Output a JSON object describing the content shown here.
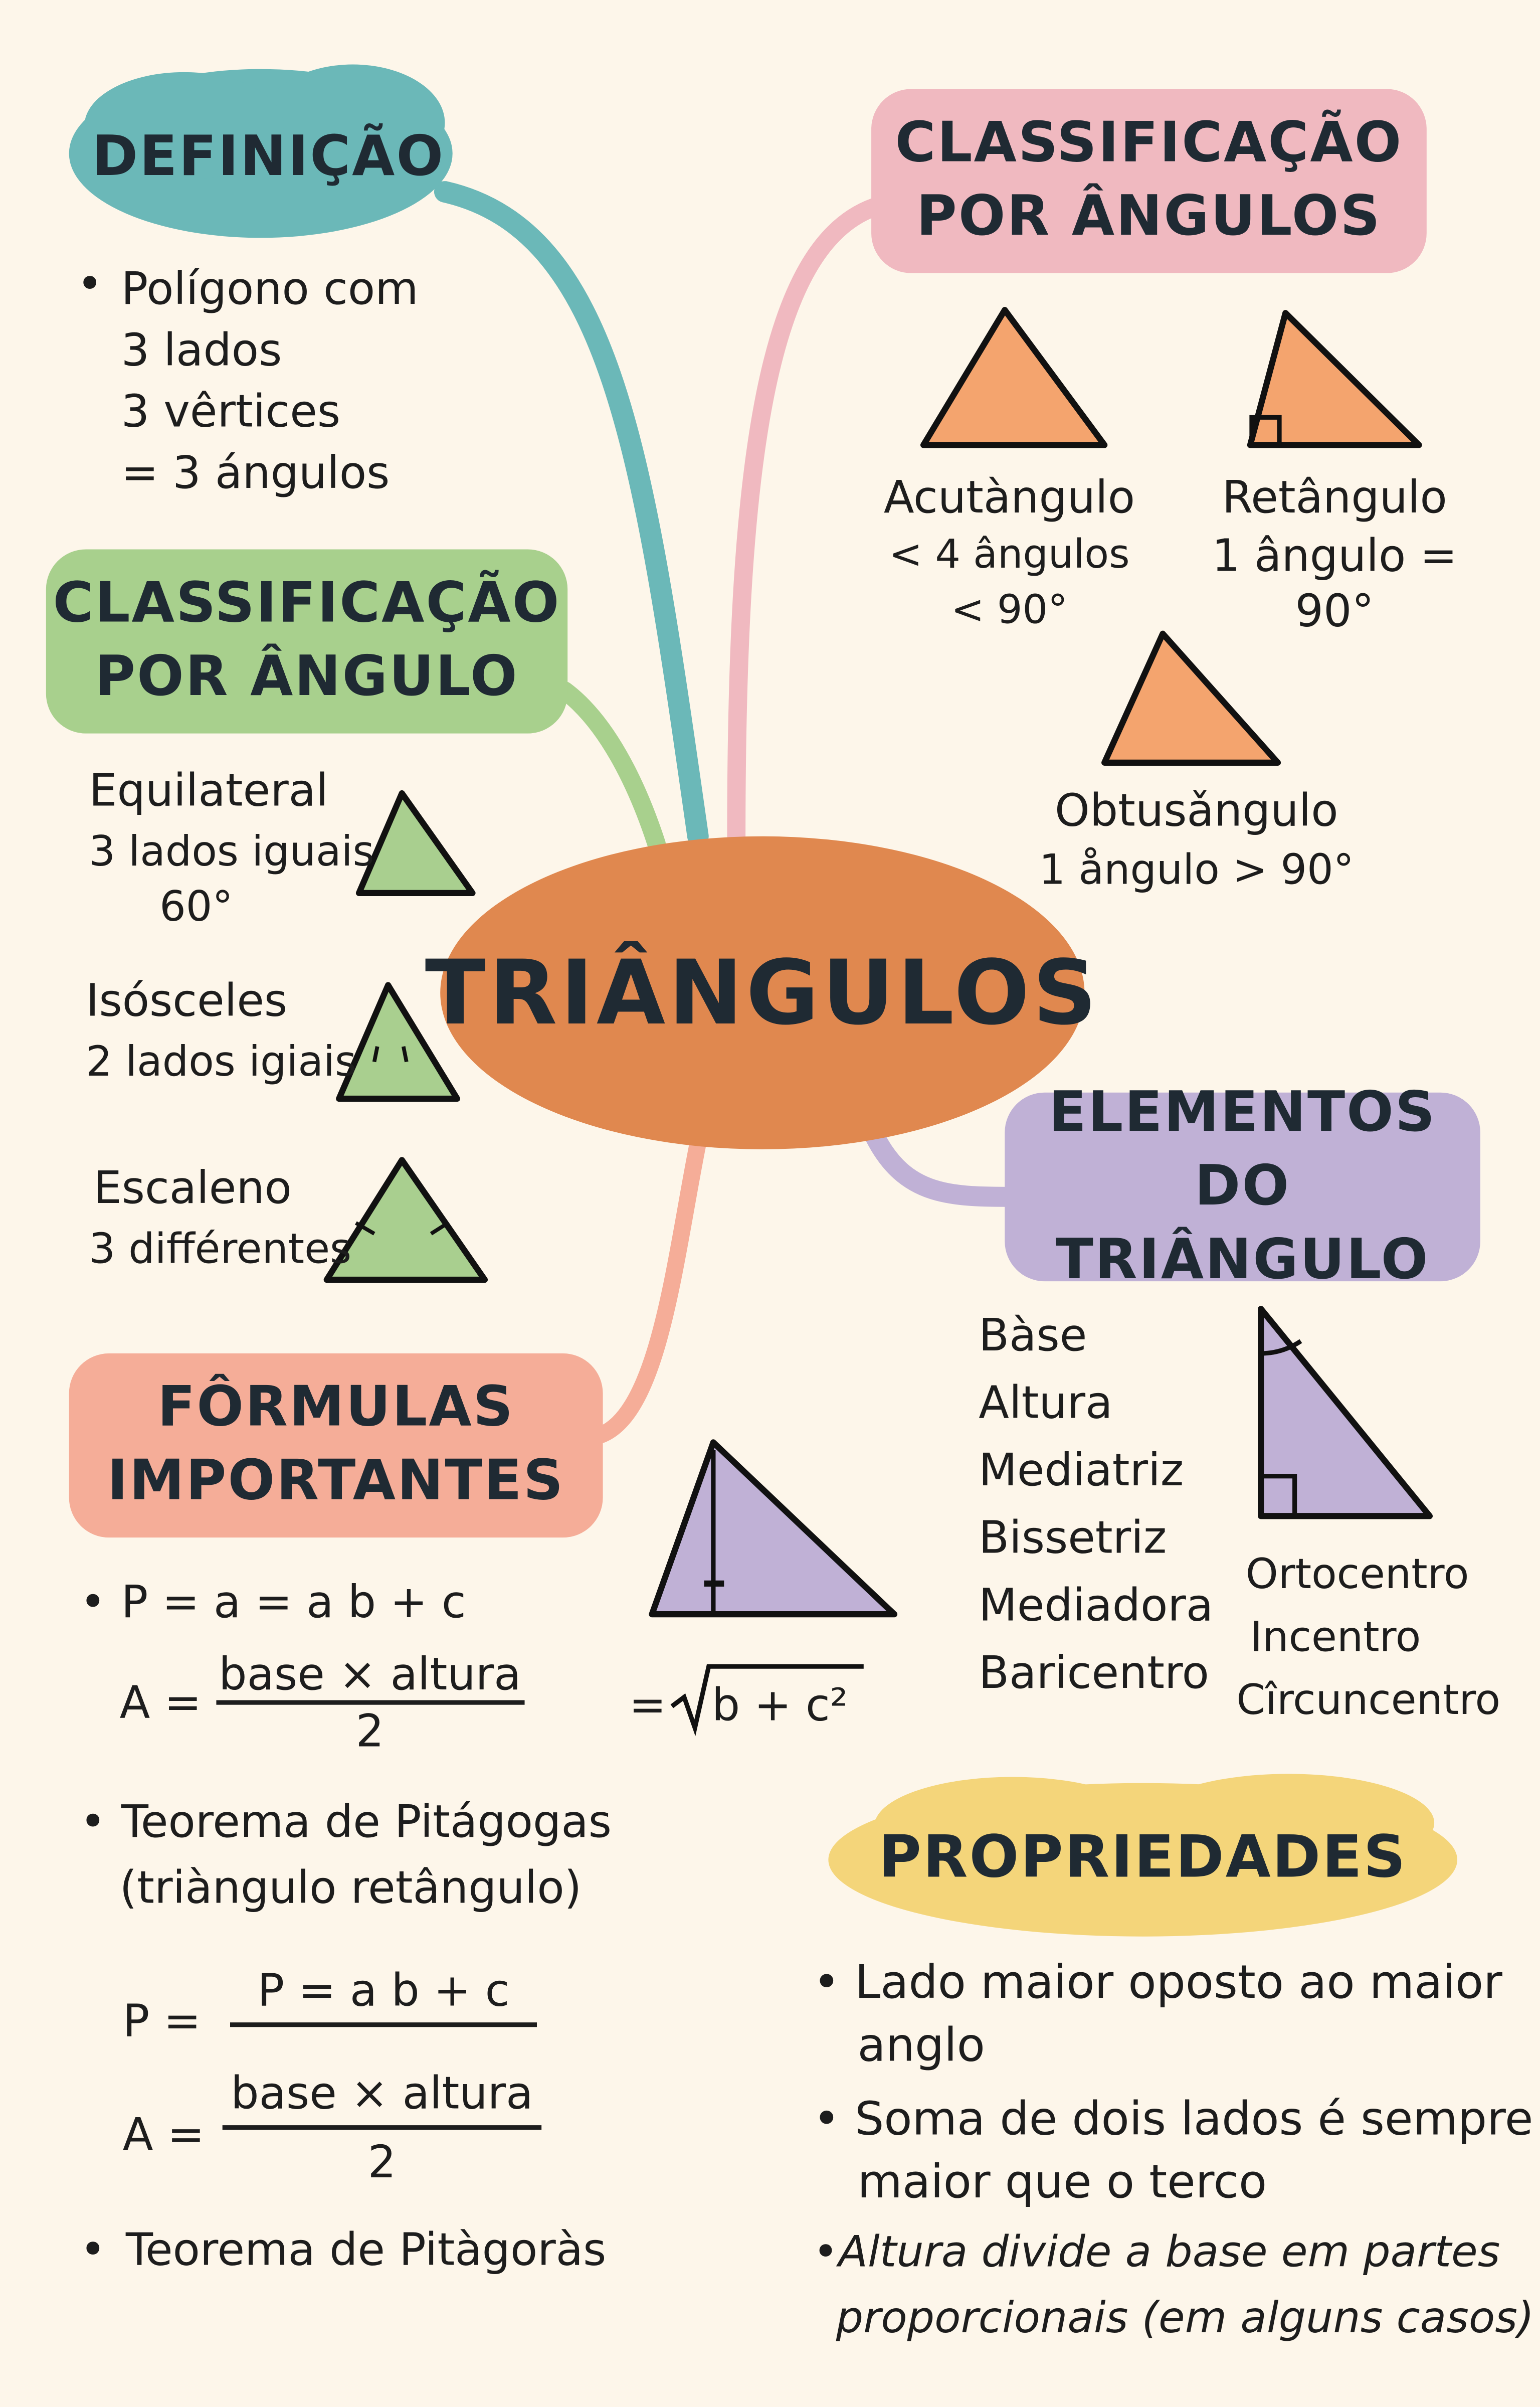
{
  "colors": {
    "background": "#fdf6ea",
    "definicao": "#6bb8b8",
    "angulos": "#f0b9c0",
    "lados": "#a8d08d",
    "centro": "#e0884f",
    "elementos": "#c0b1d6",
    "formulas": "#f5ad98",
    "propriedades": "#f4d57a",
    "orange_triangle": "#f4a46e",
    "green_triangle": "#a9cf8f",
    "purple_triangle": "#c0b1d6"
  },
  "center": {
    "title": "TRIÂNGULOS"
  },
  "definicao": {
    "title": "DEFINIÇÃO",
    "lines": [
      "Polígono com",
      "3 lados",
      "3 vêrtices",
      "= 3 ángulos"
    ]
  },
  "angulos": {
    "title_1": "CLASSIFICAÇÃO",
    "title_2": "POR ÂNGULOS",
    "acute": {
      "name": "Acutàngulo",
      "l1": "< 4 ângulos",
      "l2": "< 90°"
    },
    "right": {
      "name": "Retângulo",
      "l1": "1 ângulo =",
      "l2": "90°"
    },
    "obtuse": {
      "name": "Obtusǎngulo",
      "l1": "1 ångulo > 90°"
    }
  },
  "lados": {
    "title_1": "CLASSIFICAÇÃO",
    "title_2": "POR ÂNGULO",
    "equilateral": {
      "name": "Equilateral",
      "l1": "3 lados iguais",
      "l2": "60°"
    },
    "isosceles": {
      "name": "Isósceles",
      "l1": "2 lados igiais"
    },
    "scalene": {
      "name": "Escaleno",
      "l1": "3 différentes"
    }
  },
  "elementos": {
    "title_1": "ELEMENTOS",
    "title_2": "DO TRIÂNGULO",
    "list": [
      "Bàse",
      "Altura",
      "Mediatriz",
      "Bissetriz",
      "Mediadora",
      "Baricentro"
    ],
    "centers": [
      "Ortocentro",
      "Incentro",
      "Cîrcuncentro"
    ]
  },
  "formulas": {
    "title_1": "FÔRMULAS",
    "title_2": "IMPORTANTES",
    "perimeter": "P = a = a b + c",
    "area_lhs": "A =",
    "area_num": "base × altura",
    "area_den": "2",
    "sqrt_prefix": "=",
    "sqrt_body": "b + c²",
    "pitagoras_1": "Teorema de Pitágogas",
    "pitagoras_2": "(triàngulo retângulo)",
    "p2_lhs": "P =",
    "p2_num": "P = a b + c",
    "a2_lhs": "A =",
    "a2_num": "base × altura",
    "a2_den": "2",
    "pitagoras_3": "Teorema de Pitàgoràs"
  },
  "propriedades": {
    "title": "PROPRIEDADES",
    "items": [
      [
        "Lado maior oposto ao maior",
        "anglo"
      ],
      [
        "Soma de dois lados é sempre",
        "maior que o terco"
      ],
      [
        "Altura divide a base em partes",
        "proporcionais (em alguns casos)"
      ]
    ]
  }
}
